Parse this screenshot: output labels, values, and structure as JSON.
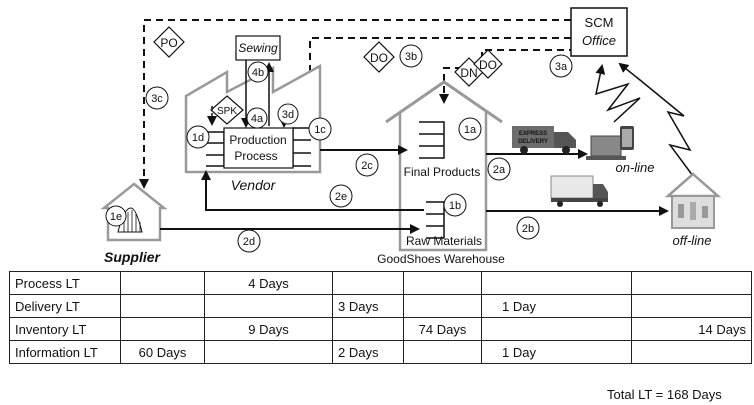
{
  "nodes": {
    "scm_office": [
      "SCM",
      "Office"
    ],
    "sewing": "Sewing",
    "vendor": "Vendor",
    "production": [
      "Production",
      "Process"
    ],
    "spk": "SPK",
    "supplier": "Supplier",
    "final_products": "Final Products",
    "raw_materials": "Raw Materials",
    "warehouse": "GoodShoes Warehouse",
    "online": "on-line",
    "offline": "off-line",
    "express": [
      "EXPRESS",
      "DELIVERY"
    ]
  },
  "documents": {
    "po": "PO",
    "do_1": "DO",
    "do_2": "DO",
    "dn": "DN"
  },
  "steps": {
    "s1a": "1a",
    "s1b": "1b",
    "s1c": "1c",
    "s1d": "1d",
    "s1e": "1e",
    "s2a": "2a",
    "s2b": "2b",
    "s2c": "2c",
    "s2d": "2d",
    "s2e": "2e",
    "s3a": "3a",
    "s3b": "3b",
    "s3c": "3c",
    "s3d": "3d",
    "s4a": "4a",
    "s4b": "4b"
  },
  "lead_time_table": {
    "rows": [
      {
        "label": "Process LT",
        "cells": [
          "",
          "4 Days",
          "",
          "",
          "",
          ""
        ]
      },
      {
        "label": "Delivery LT",
        "cells": [
          "",
          "",
          "3 Days",
          "",
          "1 Day",
          ""
        ]
      },
      {
        "label": "Inventory LT",
        "cells": [
          "",
          "9 Days",
          "",
          "74 Days",
          "",
          "14 Days"
        ]
      },
      {
        "label": "Information LT",
        "cells": [
          "60 Days",
          "",
          "2 Days",
          "",
          "1 Day",
          ""
        ]
      }
    ]
  },
  "total_lt": "Total LT = 168 Days"
}
